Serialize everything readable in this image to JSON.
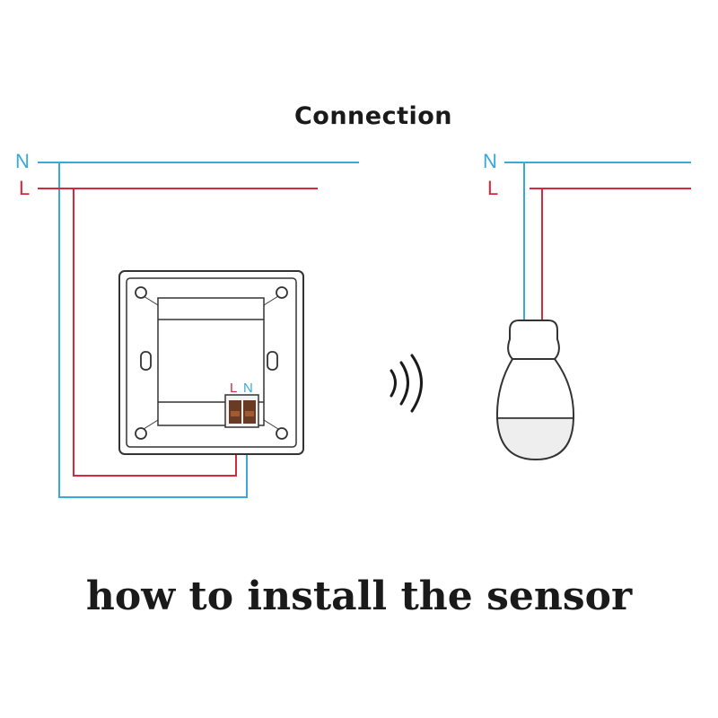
{
  "title": "Connection",
  "caption": "how to install the sensor",
  "left_circuit": {
    "neutral_label": "N",
    "live_label": "L"
  },
  "right_circuit": {
    "neutral_label": "N",
    "live_label": "L"
  },
  "sensor_terminals": {
    "live_label": "L",
    "neutral_label": "N"
  },
  "colors": {
    "neutral": "#3aa8d8",
    "live": "#d42a3a",
    "outline": "#333333",
    "terminal_block": "#6b3a22"
  },
  "icons": {
    "sensor": "sensor-switch-icon",
    "signal": "wireless-signal-icon",
    "bulb": "light-bulb-icon"
  }
}
